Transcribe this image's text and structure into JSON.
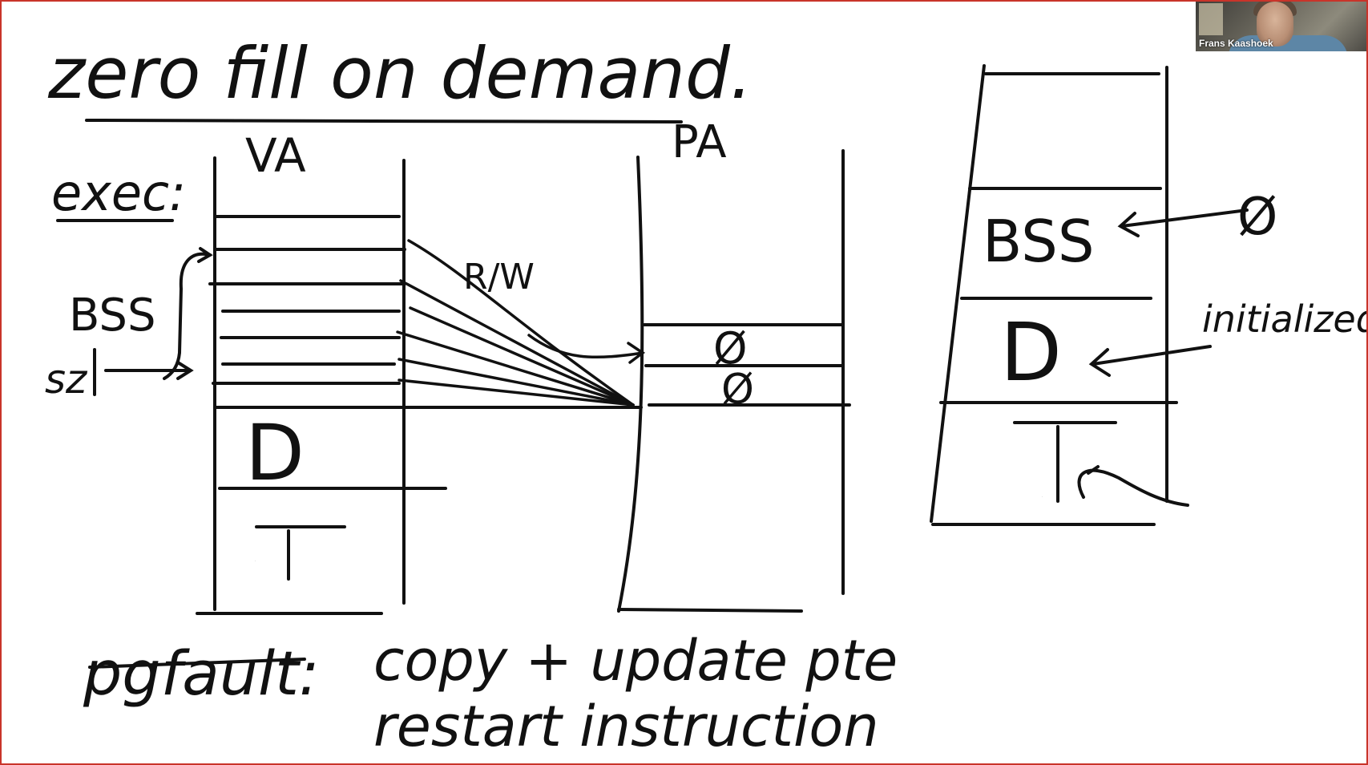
{
  "board": {
    "title": "zero fill on demand.",
    "exec_label": "exec:",
    "va_label": "VA",
    "pa_label": "PA",
    "bss_label": "BSS",
    "sz_label": "sz",
    "rw_label": "R/W",
    "data_label": "D",
    "text_label": "T",
    "zero_symbol": "Ø",
    "right_bss_label": "BSS",
    "right_zero_symbol": "Ø",
    "initialized_label": "initialized",
    "right_data_label": "D",
    "right_text_label": "T",
    "pgfault_label": "pgfault:",
    "note_line1": "copy + update pte",
    "note_line2": "restart instruction"
  },
  "video": {
    "speaker_name": "Frans Kaashoek"
  },
  "colors": {
    "ink": "#111111",
    "frame_border": "#c9342a",
    "background": "#ffffff"
  }
}
